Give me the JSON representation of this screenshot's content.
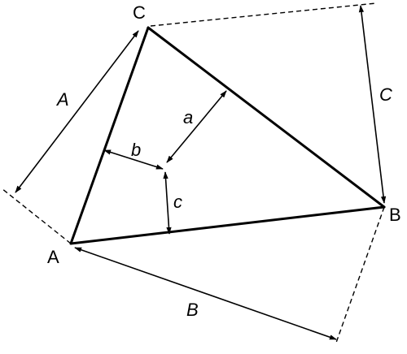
{
  "vertices": {
    "a": "A",
    "b": "B",
    "c": "C"
  },
  "sides": {
    "a": "A",
    "b": "B",
    "c": "C"
  },
  "distances": {
    "a": "a",
    "b": "b",
    "c": "c"
  },
  "colors": {
    "stroke": "#000000",
    "background": "#ffffff"
  }
}
